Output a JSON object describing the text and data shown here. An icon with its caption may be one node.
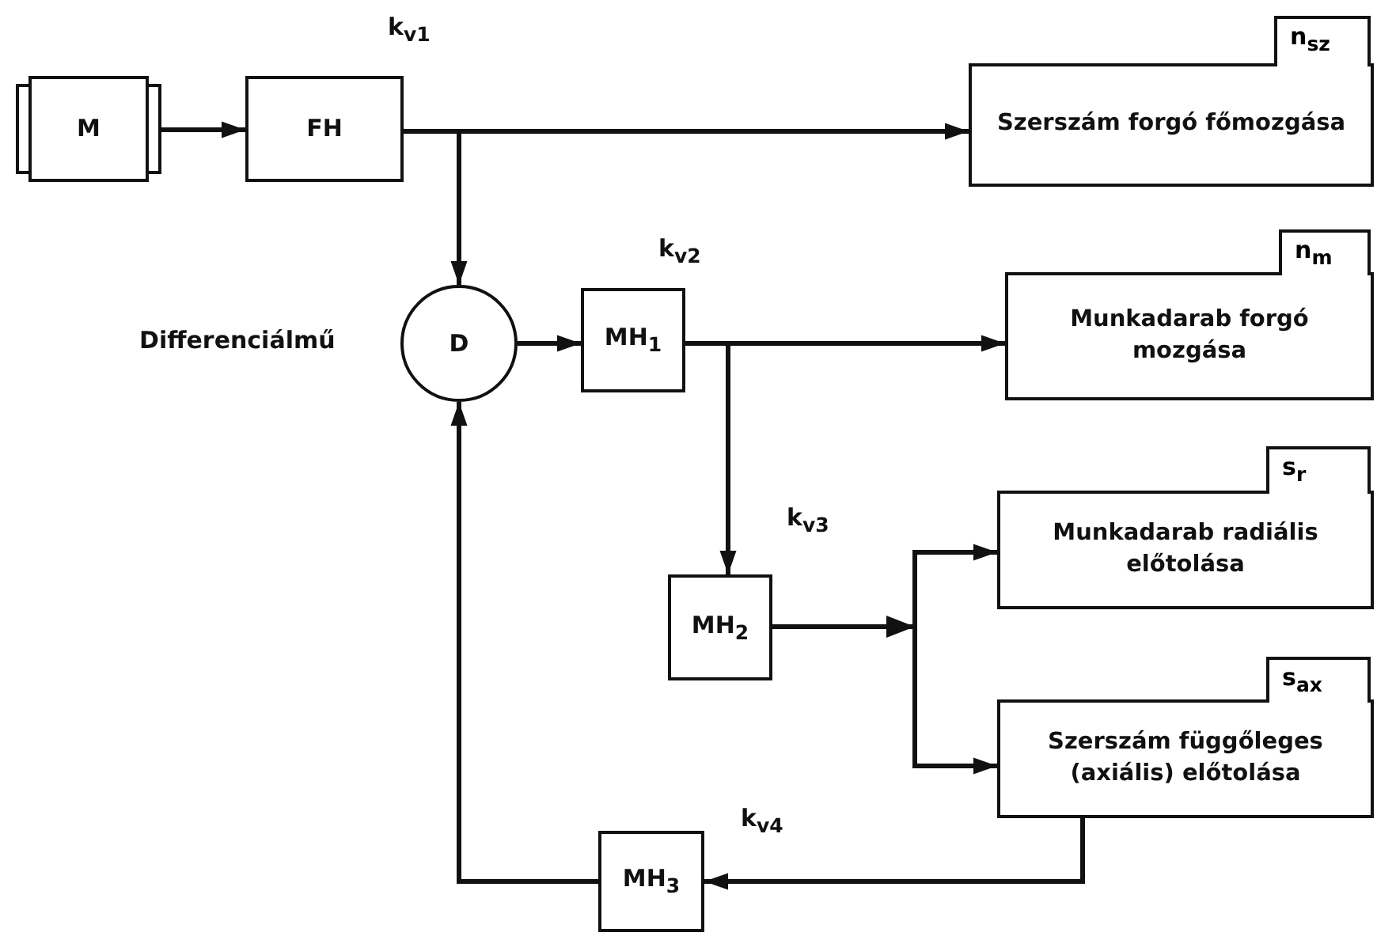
{
  "diagram": {
    "nodes": [
      {
        "text": [
          "M"
        ]
      },
      {
        "text": [
          "FH"
        ],
        "beside": [
          "k$_{v1}$"
        ]
      },
      {
        "text": [
          "D"
        ],
        "beside": [
          "Differenciálmű"
        ]
      },
      {
        "text": [
          "MH$_{1}$"
        ],
        "beside": [
          "k$_{v2}$"
        ]
      },
      {
        "text": [
          "Szerszám forgó főmozgása"
        ],
        "beside": [
          "n$_{sz}$"
        ]
      },
      {
        "text": [
          "Munkadarab forgó mozgása"
        ],
        "beside": [
          "n$_{m}$"
        ]
      },
      {
        "text": [
          "MH$_{2}$"
        ],
        "beside": [
          "k$_{v3}$"
        ]
      },
      {
        "text": [
          "Munkadarab radiális előtolása"
        ],
        "beside": [
          "s$_{r}$"
        ]
      },
      {
        "text": [
          "Szerszám függőleges (axiális) előtolása"
        ],
        "beside": [
          "s$_{ax}$"
        ]
      },
      {
        "text": [
          "MH$_{3}$"
        ],
        "beside": [
          "k$_{v4}$"
        ]
      }
    ],
    "edges": [
      {
        "from": 0,
        "to": 1,
        "arrow": "to"
      },
      {
        "from": 1,
        "to": 4,
        "arrow": "to"
      },
      {
        "from": 1,
        "to": 2,
        "arrow": "to"
      },
      {
        "from": 2,
        "to": 3,
        "arrow": "to"
      },
      {
        "from": 3,
        "to": 5,
        "arrow": "to"
      },
      {
        "from": 3,
        "to": 6,
        "arrow": "to"
      },
      {
        "from": 6,
        "to": 7,
        "arrow": "to"
      },
      {
        "from": 6,
        "to": 8,
        "arrow": "to"
      },
      {
        "from": 8,
        "to": 9,
        "arrow": "to"
      },
      {
        "from": 9,
        "to": 2,
        "arrow": "to"
      }
    ]
  }
}
